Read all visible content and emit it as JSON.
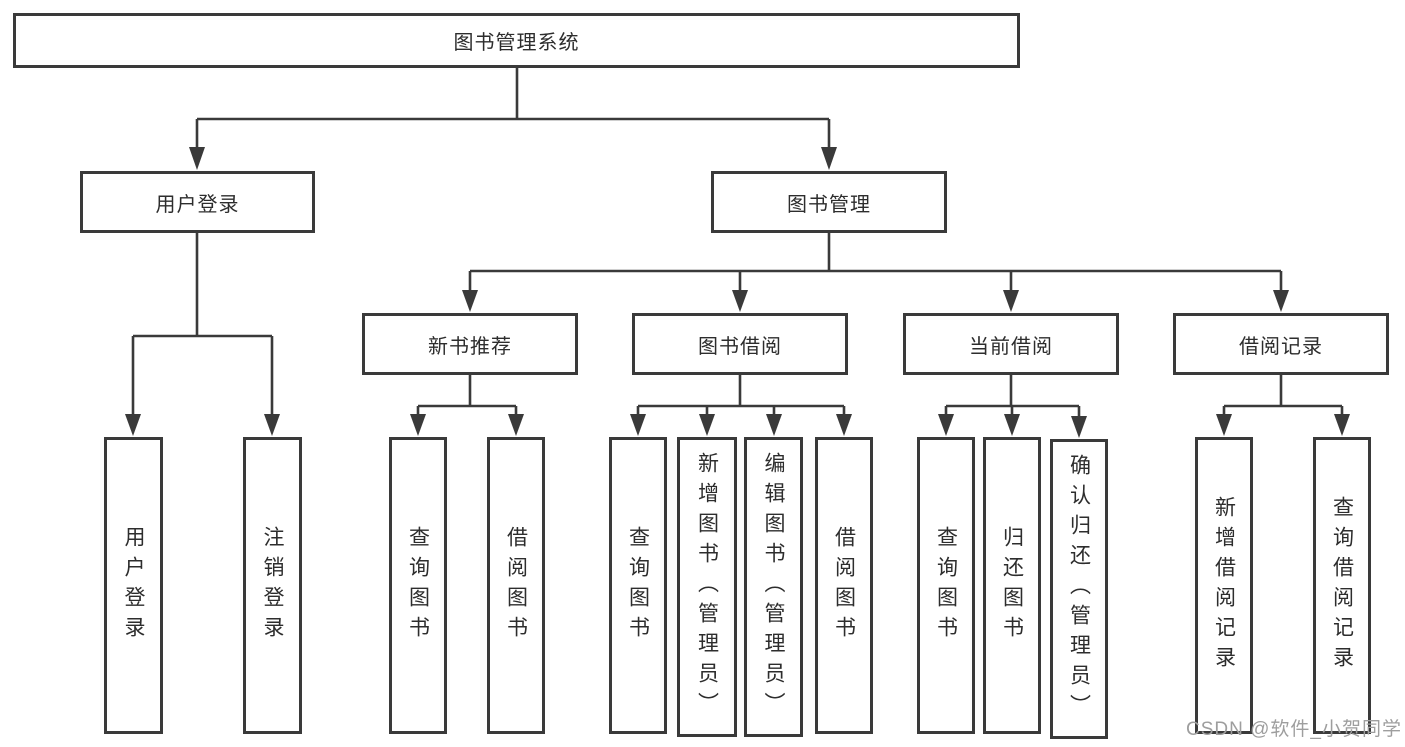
{
  "colors": {
    "line": "#3a3a3a",
    "text": "#2d2d2d",
    "watermark": "#9e9e9e",
    "background": "#ffffff"
  },
  "root": {
    "label": "图书管理系统"
  },
  "level2": [
    {
      "id": "user-login",
      "label": "用户登录"
    },
    {
      "id": "book-management",
      "label": "图书管理"
    }
  ],
  "level3": [
    {
      "id": "new-book-recommend",
      "label": "新书推荐"
    },
    {
      "id": "book-borrowing",
      "label": "图书借阅"
    },
    {
      "id": "current-borrowing",
      "label": "当前借阅"
    },
    {
      "id": "borrowing-records",
      "label": "借阅记录"
    }
  ],
  "leaves": {
    "user_login": [
      "用户登录",
      "注销登录"
    ],
    "new_book_recommend": [
      "查询图书",
      "借阅图书"
    ],
    "book_borrowing": [
      "查询图书",
      "新增图书（管理员）",
      "编辑图书（管理员）",
      "借阅图书"
    ],
    "current_borrowing": [
      "查询图书",
      "归还图书",
      "确认归还（管理员）"
    ],
    "borrowing_records": [
      "新增借阅记录",
      "查询借阅记录"
    ]
  },
  "watermark": "CSDN @软件_小贺同学"
}
